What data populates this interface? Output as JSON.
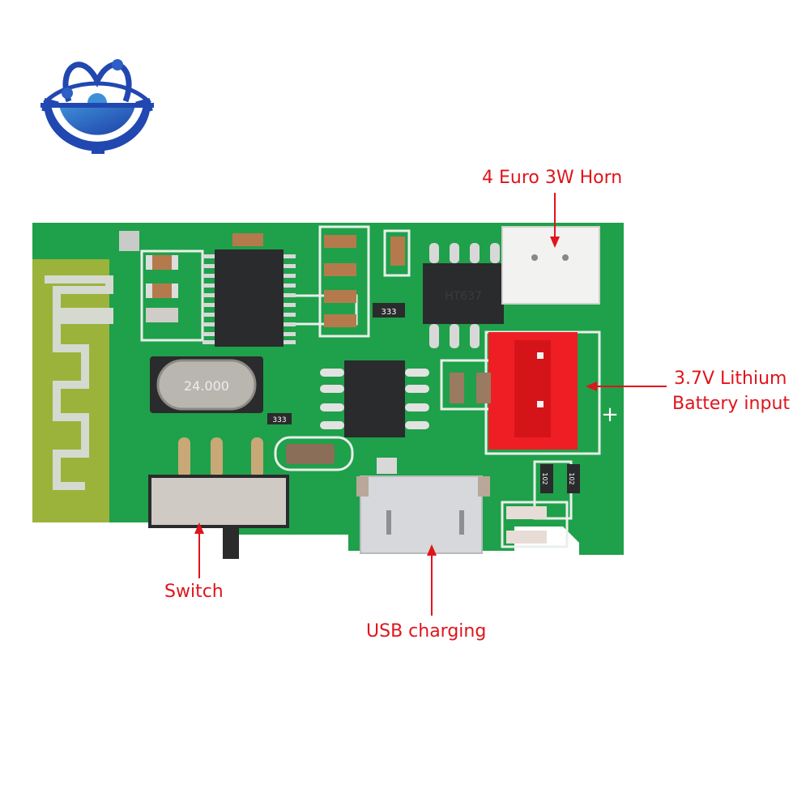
{
  "logo": {
    "icon": "atom-gear-logo-icon",
    "color_primary": "#1f4fb8",
    "color_light": "#3f8fd8"
  },
  "board": {
    "pcb_color": "#1fa04a",
    "antenna_color": "#9bb33a",
    "crystal_marking": "24.000",
    "resistor_marking_1": "333",
    "resistor_marking_2": "333",
    "resistor_marking_3": "102",
    "resistor_marking_4": "102",
    "ic_marking": "HT637",
    "plus_marking": "+"
  },
  "annotations": {
    "horn": {
      "text": "4 Euro 3W Horn"
    },
    "battery": {
      "line1": "3.7V Lithium",
      "line2": "Battery input"
    },
    "switch": {
      "text": "Switch"
    },
    "usb": {
      "text": "USB charging"
    }
  },
  "colors": {
    "label": "#e0141b"
  }
}
